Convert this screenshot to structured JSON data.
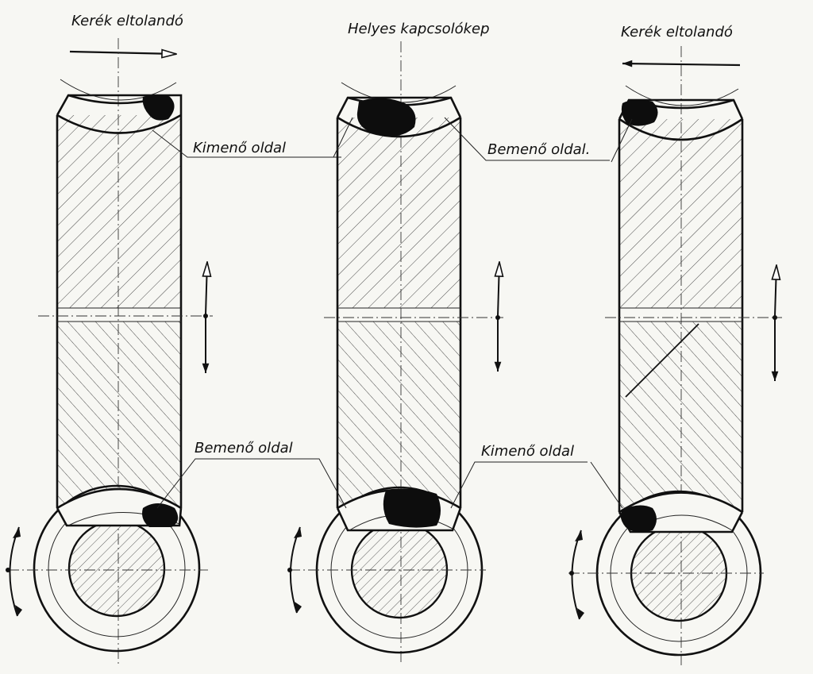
{
  "diagram": {
    "panels": [
      {
        "title": "Kerék eltolandó",
        "shift_direction": "right",
        "top_label": "Kimenő oldal",
        "bottom_label": "Bemenő oldal",
        "contact_top": "right",
        "contact_bottom": "right"
      },
      {
        "title": "Helyes kapcsolókep",
        "shift_direction": "none",
        "top_label": "Bemenő oldal.",
        "bottom_label": "Kimenő oldal",
        "contact_top": "center",
        "contact_bottom": "center"
      },
      {
        "title": "Kerék eltolandó",
        "shift_direction": "left",
        "top_label": "",
        "bottom_label": "",
        "contact_top": "left",
        "contact_bottom": "left"
      }
    ],
    "colors": {
      "ink": "#111111",
      "paper": "#f7f7f3",
      "contact": "#0d0d0d"
    }
  }
}
